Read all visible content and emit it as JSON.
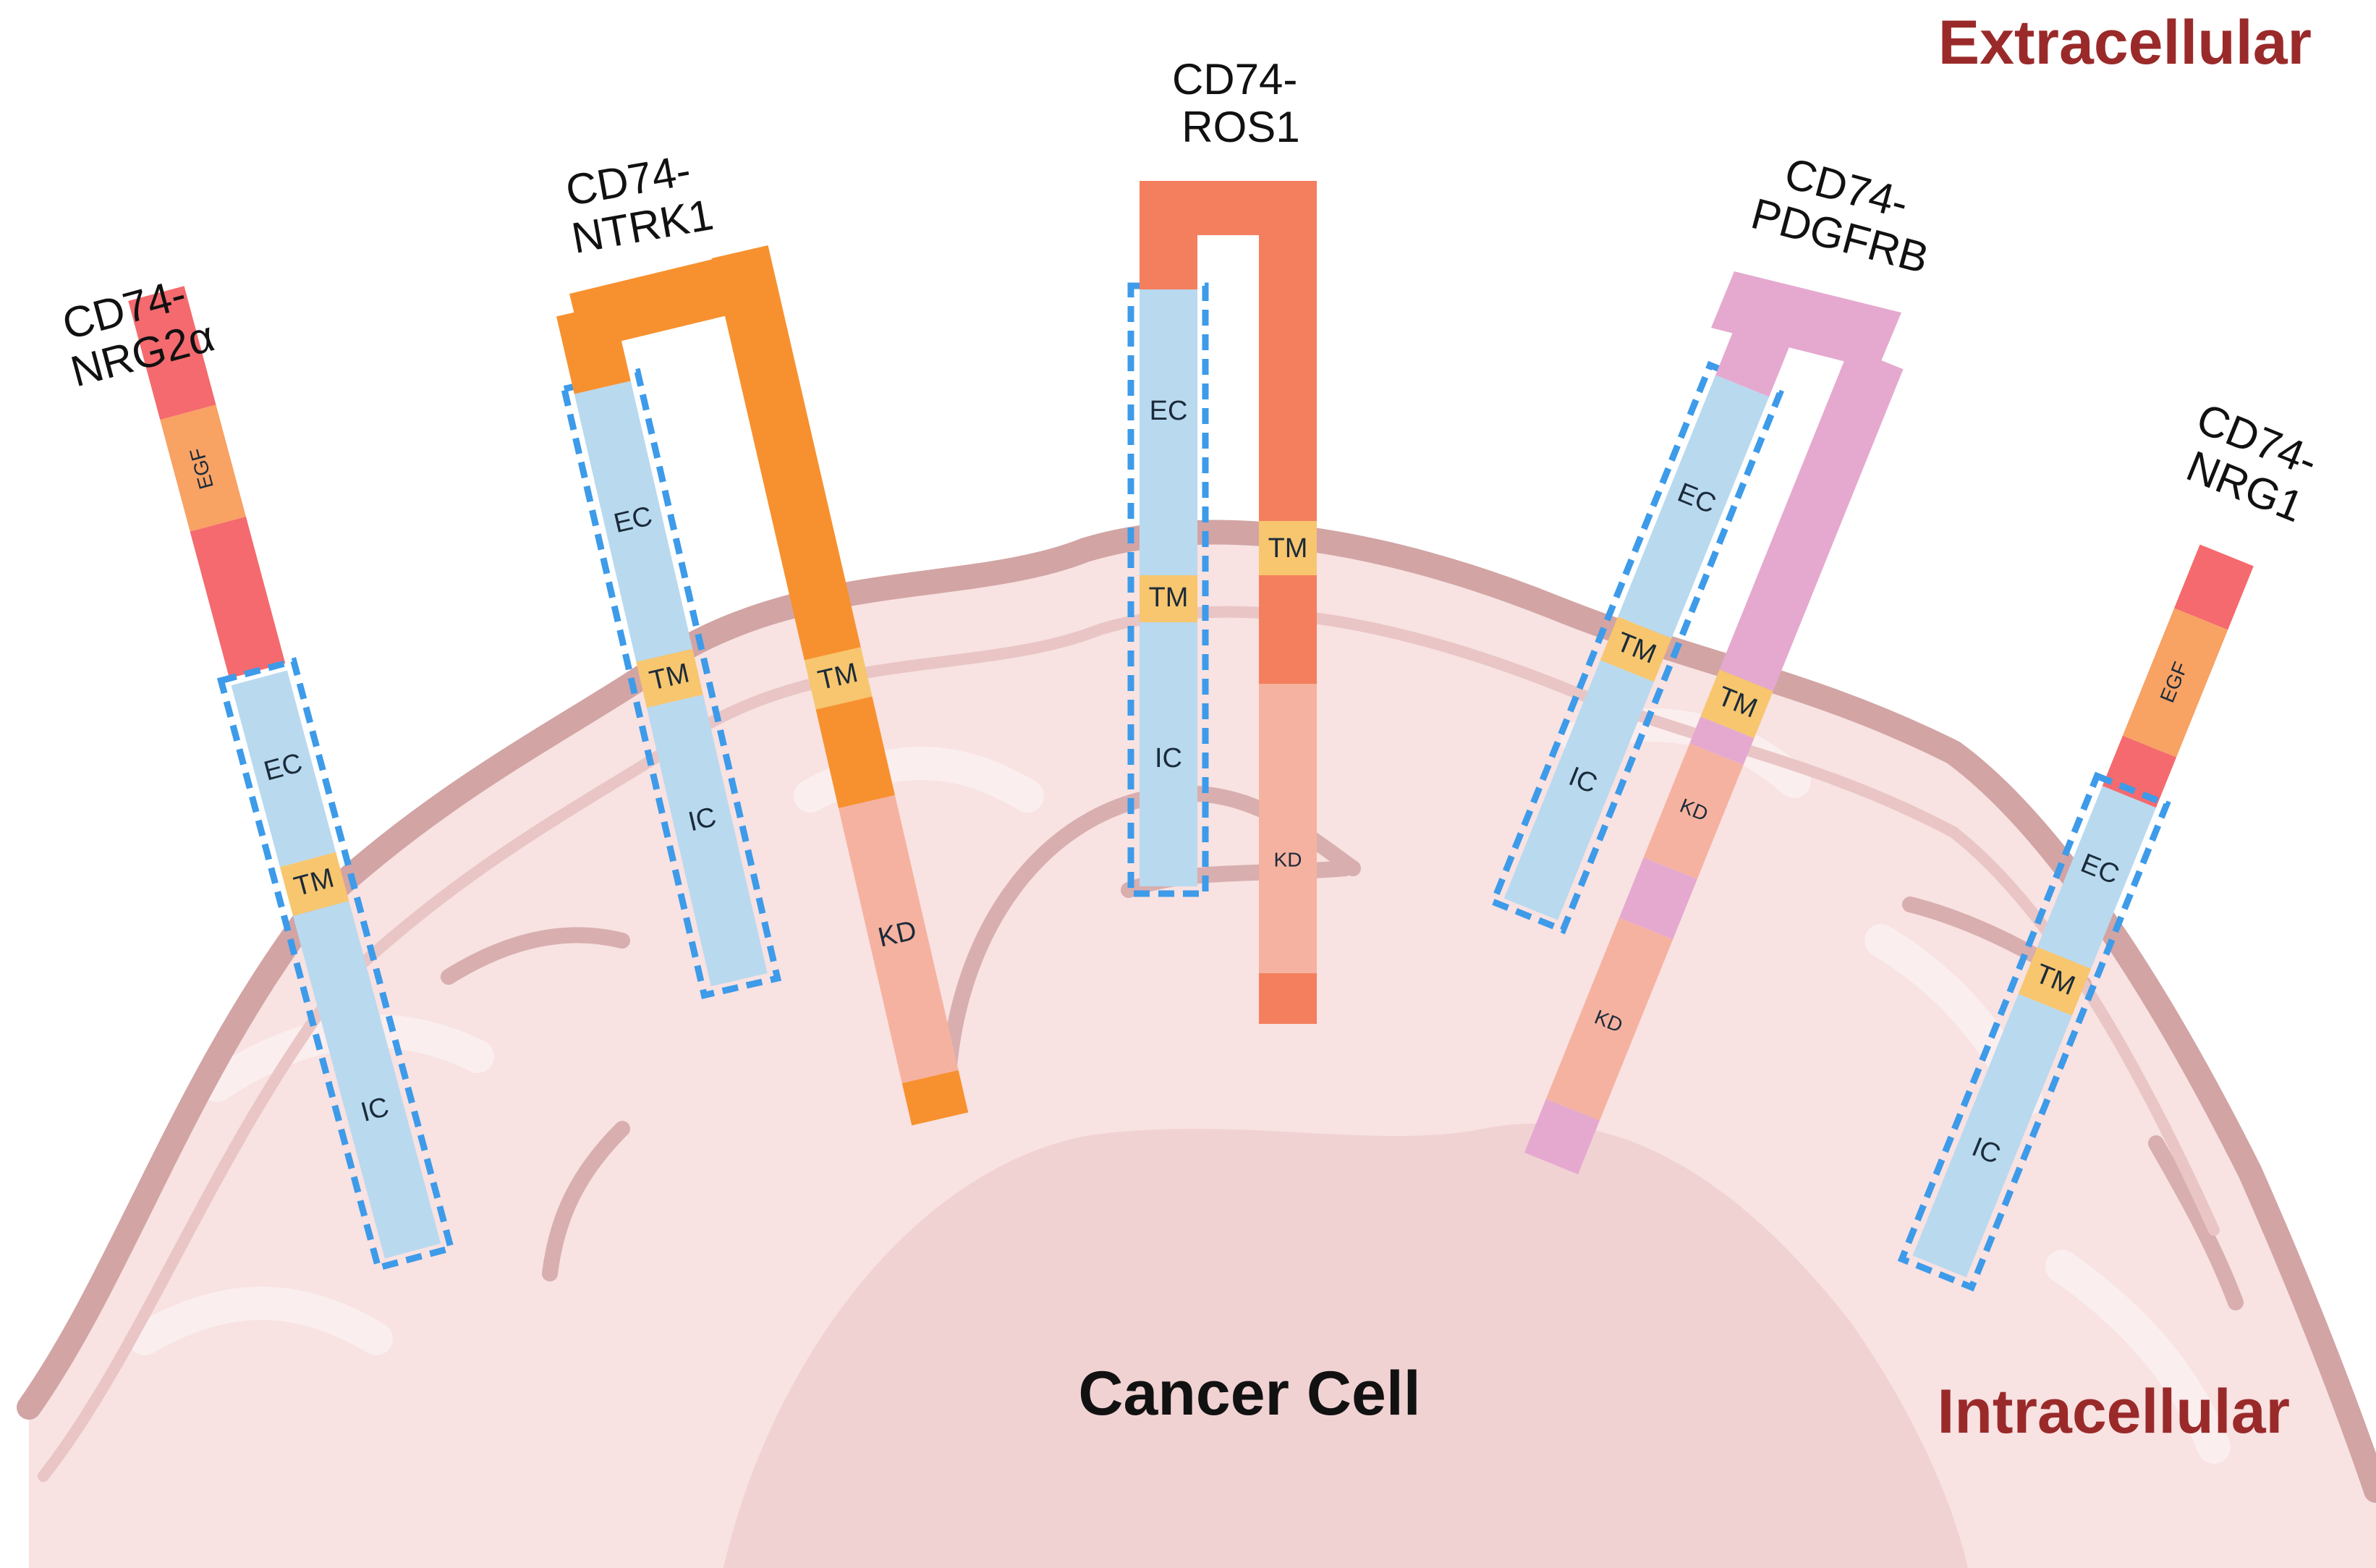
{
  "labels": {
    "extracellular": "Extracellular",
    "intracellular": "Intracellular",
    "cell": "Cancer Cell"
  },
  "fusions": [
    {
      "id": "nrg2a",
      "line1": "CD74-",
      "line2": "NRG2α"
    },
    {
      "id": "ntrk1",
      "line1": "CD74-",
      "line2": "NTRK1"
    },
    {
      "id": "ros1",
      "line1": "CD74-",
      "line2": "ROS1"
    },
    {
      "id": "pdgfrb",
      "line1": "CD74-",
      "line2": "PDGFRB"
    },
    {
      "id": "nrg1",
      "line1": "CD74-",
      "line2": "NRG1"
    }
  ],
  "domains": {
    "ec": "EC",
    "tm": "TM",
    "ic": "IC",
    "kd": "KD",
    "egf": "EGF"
  },
  "colors": {
    "cd74_fill": "#b9d9ef",
    "cd74_outline": "#3d9be9",
    "tm": "#f7c66e",
    "kd": "#f6b2a0",
    "nrg_red": "#f46a6e",
    "egf": "#f8a264",
    "ntrk1_orange": "#f7912f",
    "ros1_coral": "#f47f5e",
    "pdgfrb_pink": "#e5a9cf",
    "cell_body": "#f7dede",
    "membrane": "#d3a5a5",
    "region_text": "#9a2a2a"
  }
}
